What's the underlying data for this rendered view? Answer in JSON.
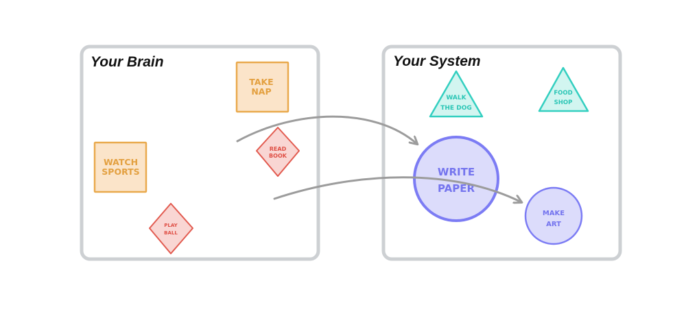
{
  "panels": {
    "brain_title": "Your Brain",
    "system_title": "Your System"
  },
  "brain_items": {
    "take_nap": [
      "TAKE",
      "NAP"
    ],
    "watch_sports": [
      "WATCH",
      "SPORTS"
    ],
    "read_book": [
      "READ",
      "BOOK"
    ],
    "play_ball": [
      "PLAY",
      "BALL"
    ]
  },
  "system_items": {
    "walk_dog": [
      "WALK",
      "THE DOG"
    ],
    "food_shop": [
      "FOOD",
      "SHOP"
    ],
    "write_paper": [
      "WRITE",
      "PAPER"
    ],
    "make_art": [
      "MAKE",
      "ART"
    ]
  },
  "colors": {
    "panel_border": "#cdd0d3",
    "orange_fill": "#fbe4c9",
    "orange_stroke": "#e9a94c",
    "orange_text": "#e3a040",
    "red_fill": "#f9d6d3",
    "red_stroke": "#e25a4f",
    "red_text": "#df4f45",
    "teal_fill": "#d2f5f0",
    "teal_stroke": "#33cfc0",
    "teal_text": "#2cc6b6",
    "purple_fill": "#dcdcfb",
    "purple_stroke": "#7c7cf4",
    "purple_text": "#7474ee",
    "arrow": "#9c9c9c"
  }
}
